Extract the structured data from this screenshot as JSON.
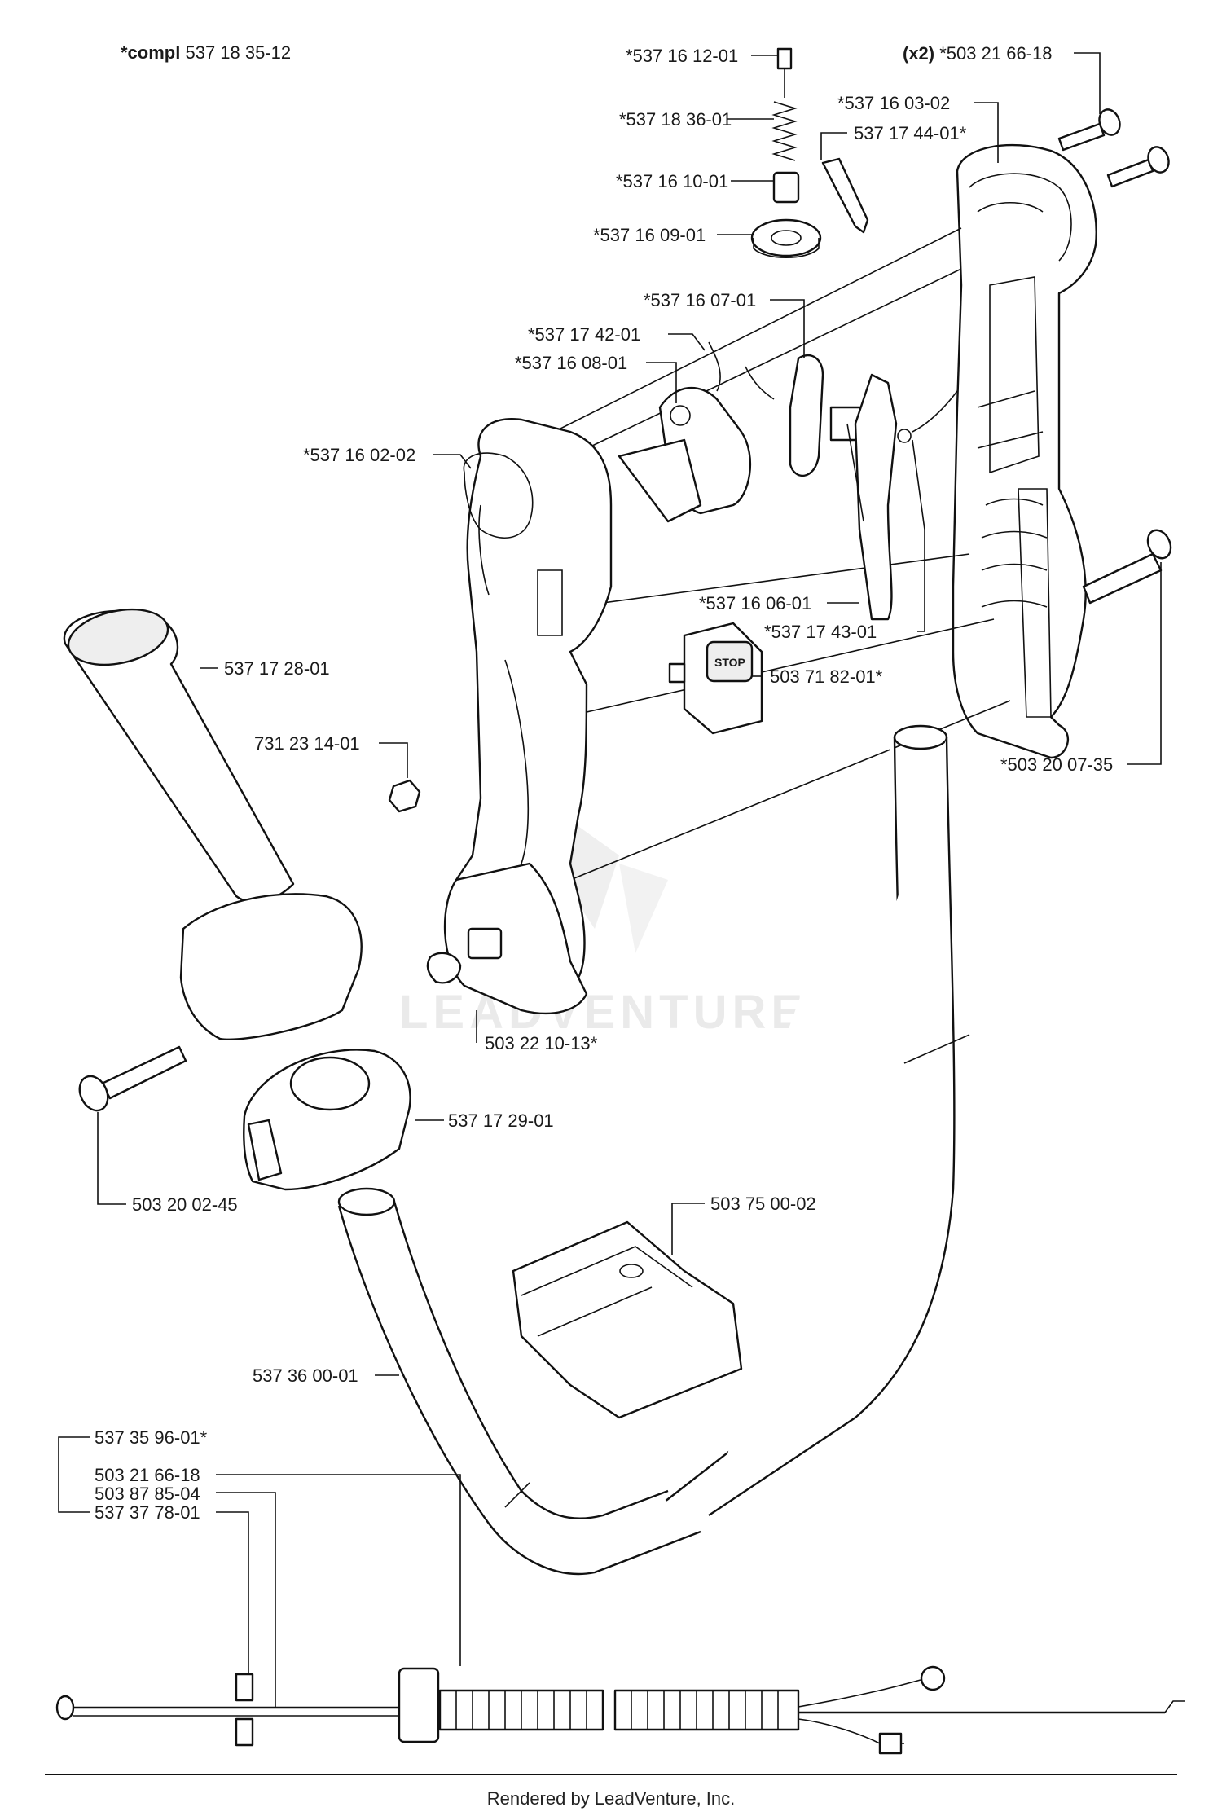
{
  "header": {
    "compl_prefix": "*compl",
    "compl_number": "537 18 35-12"
  },
  "callouts": [
    {
      "id": "p1",
      "text": "*537 16 12-01"
    },
    {
      "id": "p2",
      "text": "*537 18 36-01"
    },
    {
      "id": "p3",
      "text": "*537 16 10-01"
    },
    {
      "id": "p4",
      "text": "*537 16 09-01"
    },
    {
      "id": "p5",
      "text": "*537 16 03-02"
    },
    {
      "id": "p6",
      "text": "537 17 44-01*"
    },
    {
      "id": "p7",
      "qty": "(x2)",
      "text": "*503 21 66-18"
    },
    {
      "id": "p8",
      "text": "*537 16 07-01"
    },
    {
      "id": "p9",
      "text": "*537 17 42-01"
    },
    {
      "id": "p10",
      "text": "*537 16 08-01"
    },
    {
      "id": "p11",
      "text": "*537 16 02-02"
    },
    {
      "id": "p12",
      "text": "*537 16 06-01"
    },
    {
      "id": "p13",
      "text": "*537 17 43-01"
    },
    {
      "id": "p14",
      "text": "503 71 82-01*"
    },
    {
      "id": "p15",
      "text": "537 17 28-01"
    },
    {
      "id": "p16",
      "text": "731 23 14-01"
    },
    {
      "id": "p17",
      "text": "*503 20 07-35"
    },
    {
      "id": "p18",
      "text": "503 22 10-13*"
    },
    {
      "id": "p19",
      "text": "537 17 29-01"
    },
    {
      "id": "p20",
      "text": "503 20 02-45"
    },
    {
      "id": "p21",
      "text": "503 75 00-02"
    },
    {
      "id": "p22",
      "text": "537 36 00-01"
    },
    {
      "id": "p23",
      "text": "537 35 96-01*"
    },
    {
      "id": "p24",
      "text": "503 21 66-18"
    },
    {
      "id": "p25",
      "text": "503 87 85-04"
    },
    {
      "id": "p26",
      "text": "537 37 78-01"
    }
  ],
  "switch_label": "STOP",
  "watermark": "LEADVENTURE",
  "footer": "Rendered by LeadVenture, Inc."
}
